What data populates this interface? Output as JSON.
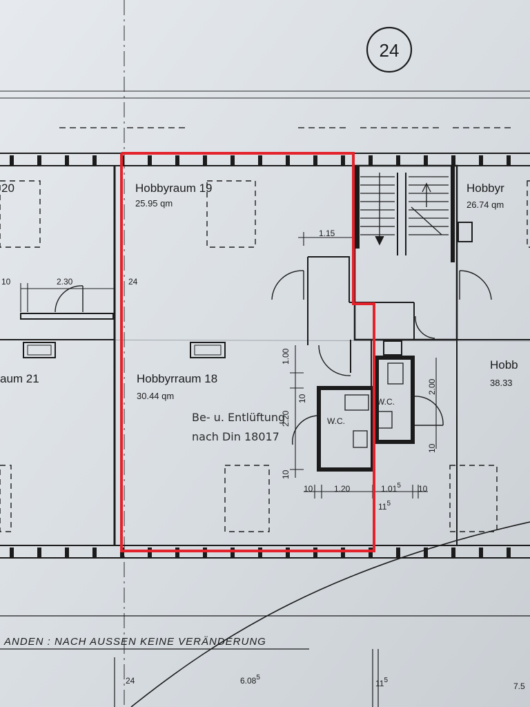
{
  "sheet_number": "24",
  "rooms": {
    "r19": {
      "name": "Hobbyraum 19",
      "area": "25.95 qm"
    },
    "r18": {
      "name": "Hobbyrraum 18",
      "area": "30.44 qm"
    },
    "r20": {
      "name": "20"
    },
    "r21": {
      "name": "aum 21"
    },
    "right_top": {
      "name": "Hobbyr",
      "area": "26.74 qm"
    },
    "right_mid": {
      "name": "Hobb",
      "area": "38.33"
    }
  },
  "wc": {
    "left": "W.C.",
    "right": "W.C."
  },
  "stamp": {
    "line1": "Be- u. Entlüftung",
    "line2": "nach Din 18017"
  },
  "dims": {
    "d_115": "1.15",
    "d_230": "2.30",
    "d_24": "24",
    "d_10a": "10",
    "d_100": "1.00",
    "d_10v": "10",
    "d_220": "2.20",
    "d_10b": "10",
    "d_200": "2.00",
    "d_10c": "10",
    "d_10d": "10",
    "d_120": "1.20",
    "d_101": "1.01",
    "d_101_sup": "5",
    "d_10e": "10",
    "d_11": "11",
    "d_11_sup": "5",
    "b_24": "24",
    "b_608": "6.08",
    "b_608_sup": "5",
    "b_11": "11",
    "b_11_sup": "5",
    "b_7": "7.5"
  },
  "footer_note": "ANDEN : NACH AUSSEN KEINE VERÄNDERUNG",
  "colors": {
    "paper": "#d8dde2",
    "ink": "#1b1b1b",
    "highlight": "#e4222b"
  }
}
